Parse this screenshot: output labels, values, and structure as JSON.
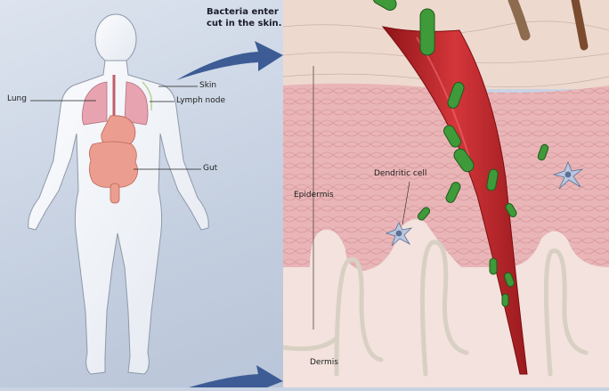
{
  "heading": {
    "line1": "Bacteria enter",
    "line2": "cut in the skin."
  },
  "body_labels": {
    "lung": "Lung",
    "skin": "Skin",
    "lymph_node": "Lymph node",
    "gut": "Gut"
  },
  "skin_labels": {
    "epidermis": "Epidermis",
    "dendritic_cell": "Dendritic cell",
    "dermis": "Dermis"
  },
  "colors": {
    "background": "#c9d3e3",
    "arrow": "#3d5c96",
    "skin_surface": "#eed9cf",
    "epidermis": "#e8b3b5",
    "dermis": "#f3e2dd",
    "cut": "#b31c1f",
    "bacteria": "#3f9a3a"
  }
}
